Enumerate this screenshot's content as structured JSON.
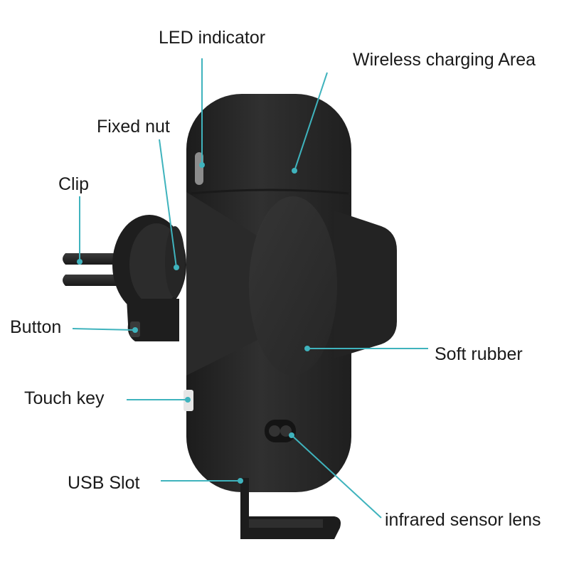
{
  "labels": {
    "led_indicator": "LED indicator",
    "wireless_charging_area": "Wireless charging Area",
    "fixed_nut": "Fixed nut",
    "clip": "Clip",
    "button": "Button",
    "soft_rubber": "Soft rubber",
    "touch_key": "Touch key",
    "usb_slot": "USB Slot",
    "infrared_sensor_lens": "infrared sensor lens"
  },
  "colors": {
    "leader_line": "#3fb3bd",
    "device_body": "#2b2b2b",
    "device_highlight": "#3a3a3a",
    "text": "#1a1a1a"
  }
}
